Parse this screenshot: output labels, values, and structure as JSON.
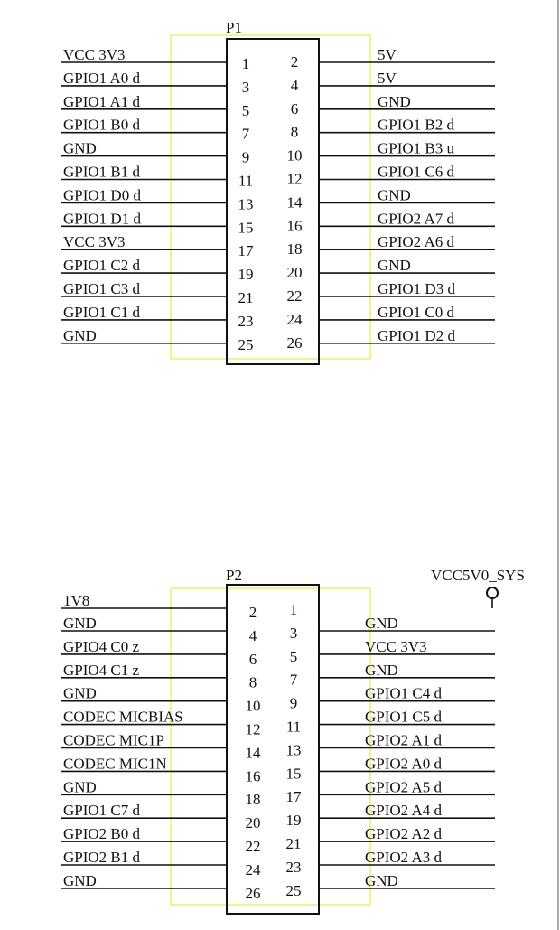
{
  "colors": {
    "wire": "#111111",
    "highlight_box": "#e6e62a",
    "blue_mark": "#1e40c8"
  },
  "p1": {
    "ref": "P1",
    "left_nets": [
      "VCC_3V3",
      "GPIO1_A0_d",
      "GPIO1_A1_d",
      "GPIO1_B0_d",
      "GND",
      "GPIO1_B1_d",
      "GPIO1_D0_d",
      "GPIO1_D1_d",
      "VCC_3V3",
      "GPIO1_C2_d",
      "GPIO1_C3_d",
      "GPIO1_C1_d",
      "GND"
    ],
    "right_nets": [
      "5V",
      "5V",
      "GND",
      "GPIO1_B2_d",
      "GPIO1_B3_u",
      "GPIO1_C6_d",
      "GND",
      "GPIO2_A7_d",
      "GPIO2_A6_d",
      "GND",
      "GPIO1_D3_d",
      "GPIO1_C0_d",
      "GPIO1_D2_d"
    ],
    "left_pins": [
      "1",
      "3",
      "5",
      "7",
      "9",
      "11",
      "13",
      "15",
      "17",
      "19",
      "21",
      "23",
      "25"
    ],
    "right_pins": [
      "2",
      "4",
      "6",
      "8",
      "10",
      "12",
      "14",
      "16",
      "18",
      "20",
      "22",
      "24",
      "26"
    ],
    "marked_right": [
      "A7",
      "A6"
    ]
  },
  "p2": {
    "ref": "P2",
    "top_net": "1V8",
    "power_label": "VCC5V0_SYS",
    "left_nets": [
      "GND",
      "GPIO4_C0_z",
      "GPIO4_C1_z",
      "GND",
      "CODEC_MICBIAS",
      "CODEC_MIC1P",
      "CODEC_MIC1N",
      "GND",
      "GPIO1_C7_d",
      "GPIO2_B0_d",
      "GPIO2_B1_d",
      "GND"
    ],
    "right_nets": [
      "GND",
      "VCC_3V3",
      "GND",
      "GPIO1_C4_d",
      "GPIO1_C5_d",
      "GPIO2_A1_d",
      "GPIO2_A0_d",
      "GPIO2_A5_d",
      "GPIO2_A4_d",
      "GPIO2_A2_d",
      "GPIO2_A3_d",
      "GND"
    ],
    "left_pins": [
      "2",
      "4",
      "6",
      "8",
      "10",
      "12",
      "14",
      "16",
      "18",
      "20",
      "22",
      "24",
      "26"
    ],
    "right_pins": [
      "1",
      "3",
      "5",
      "7",
      "9",
      "11",
      "13",
      "15",
      "17",
      "19",
      "21",
      "23",
      "25"
    ],
    "marked_right": [
      "A1",
      "A0",
      "A5",
      "A4",
      "A2",
      "A3"
    ]
  }
}
